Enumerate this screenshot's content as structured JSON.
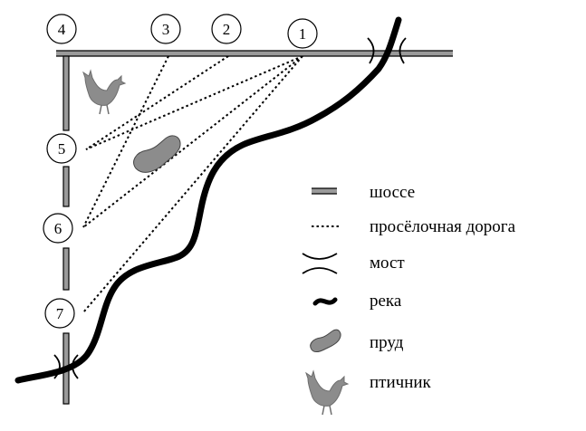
{
  "points": [
    {
      "id": "p1",
      "label": "1"
    },
    {
      "id": "p2",
      "label": "2"
    },
    {
      "id": "p3",
      "label": "3"
    },
    {
      "id": "p4",
      "label": "4"
    },
    {
      "id": "p5",
      "label": "5"
    },
    {
      "id": "p6",
      "label": "6"
    },
    {
      "id": "p7",
      "label": "7"
    }
  ],
  "legend": {
    "highway": "шоссе",
    "dirt_road": "просёлочная дорога",
    "bridge": "мост",
    "river": "река",
    "pond": "пруд",
    "poultry_farm": "птичник"
  },
  "colors": {
    "ink": "#000000",
    "road_fill": "#9a9a9a",
    "pond": "#8c8c8c",
    "bird": "#8c8c8c"
  },
  "icons": {
    "poultry_farm": "rooster-icon",
    "pond": "pond-icon",
    "bridge": "bridge-icon"
  }
}
